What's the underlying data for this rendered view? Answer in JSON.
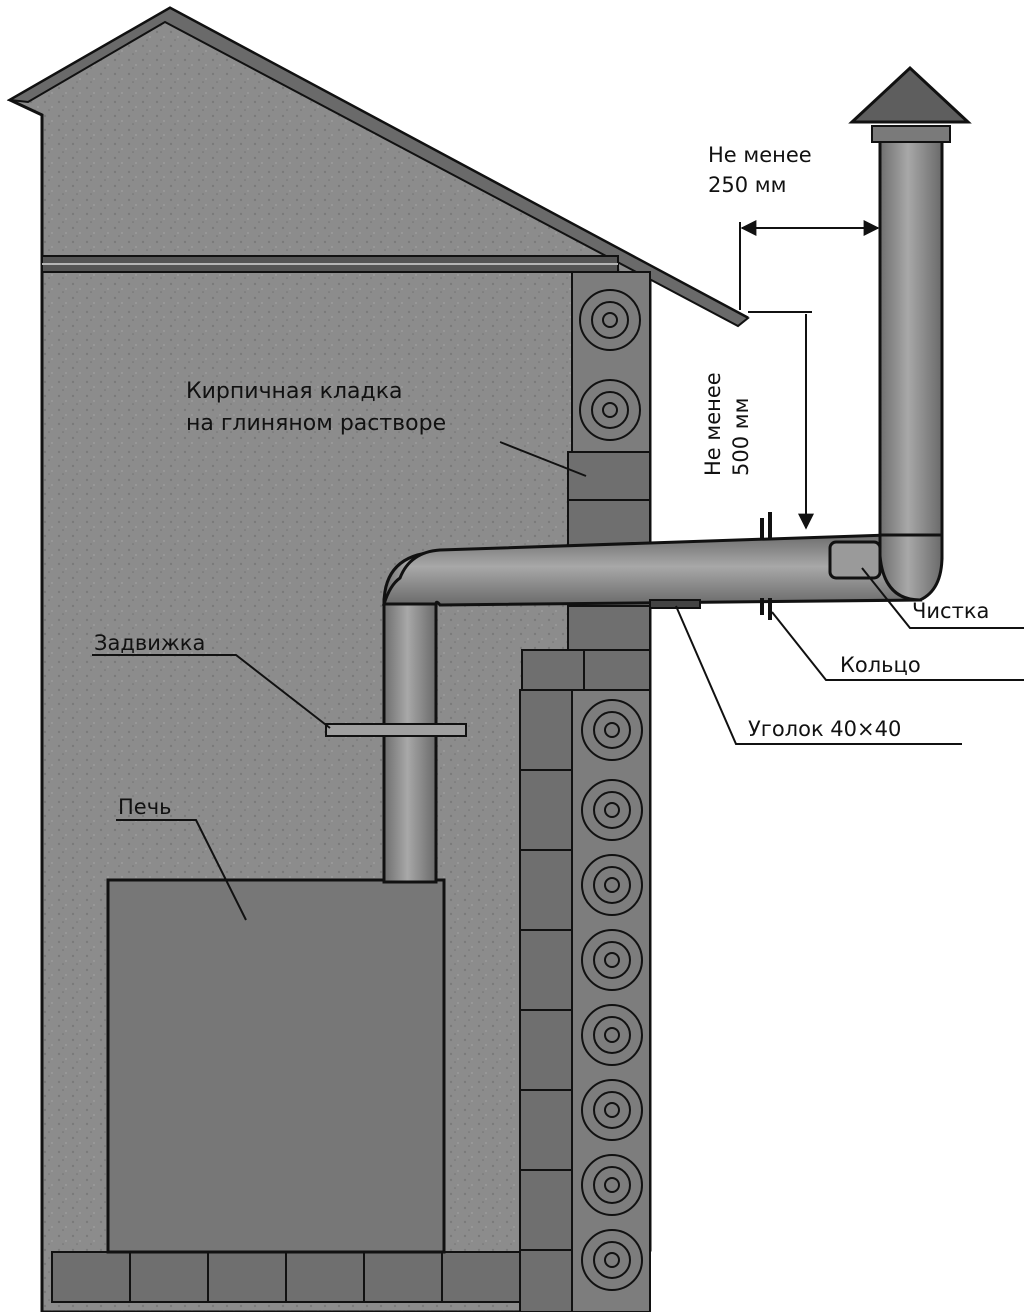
{
  "labels": {
    "masonry_line1": "Кирпичная кладка",
    "masonry_line2": "на глиняном растворе",
    "damper": "Задвижка",
    "stove": "Печь",
    "clearance_h_line1": "Не менее",
    "clearance_h_line2": "250 мм",
    "clearance_v_line1": "Не менее",
    "clearance_v_line2": "500 мм",
    "cleanout": "Чистка",
    "ring": "Кольцо",
    "angle": "Уголок 40×40"
  },
  "colors": {
    "wall": "#8a8a8a",
    "roof": "#999999",
    "pipe": "#8f8f8f",
    "stove": "#777777",
    "brick": "#6f6f6f",
    "log": "#7d7d7d",
    "ink": "#111111"
  }
}
